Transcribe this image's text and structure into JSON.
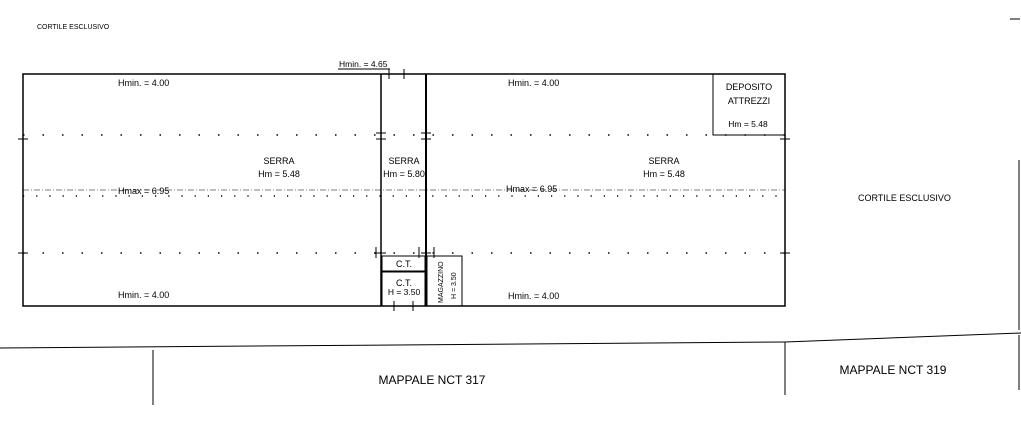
{
  "top_left_label": "CORTILE ESCLUSIVO",
  "right_label": "CORTILE ESCLUSIVO",
  "hmin_top_center": "Hmin. = 4.65",
  "left_block": {
    "hmin_top": "Hmin. = 4.00",
    "name": "SERRA",
    "hm": "Hm = 5.48",
    "hmax": "Hmax = 6.95",
    "hmin_bottom": "Hmin. = 4.00"
  },
  "mid_block": {
    "name": "SERRA",
    "hm": "Hm = 5.80"
  },
  "right_block": {
    "hmin_top": "Hmin. = 4.00",
    "name": "SERRA",
    "hm": "Hm = 5.48",
    "hmax": "Hmax = 6.95",
    "hmin_bottom": "Hmin. = 4.00"
  },
  "deposito": {
    "line1": "DEPOSITO",
    "line2": "ATTREZZI",
    "hm": "Hm = 5.48"
  },
  "ct_upper": "C.T.",
  "ct_lower": "C.T.",
  "ct_height": "H = 3.50",
  "magazzino": {
    "name": "MAGAZZINO",
    "height": "H = 3.50"
  },
  "parcels": {
    "nct317": "MAPPALE NCT 317",
    "nct319": "MAPPALE NCT 319"
  }
}
